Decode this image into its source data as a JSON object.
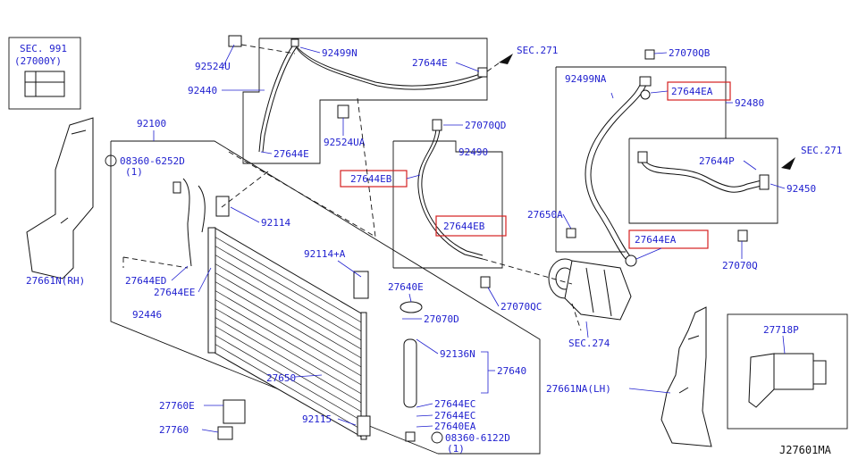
{
  "diagram_id": "J27601MA",
  "labels": {
    "sec991": "SEC. 991",
    "sec991_sub": "(27000Y)",
    "p92524U": "92524U",
    "p92440": "92440",
    "p92499N": "92499N",
    "p27644E_top": "27644E",
    "sec271_top": "SEC.271",
    "p92524UA": "92524UA",
    "p27644E_mid": "27644E",
    "p27070QD": "27070QD",
    "p92490": "92490",
    "p27644EB_1": "27644EB",
    "p27644EB_2": "27644EB",
    "p92100": "92100",
    "p08360_6252D": "08360-6252D",
    "p08360_6252D_qty": "(1)",
    "p92114": "92114",
    "p92114A": "92114+A",
    "p27661NRH": "27661N(RH)",
    "p27644ED": "27644ED",
    "p27644EE": "27644EE",
    "p92446": "92446",
    "p27640E": "27640E",
    "p27070D": "27070D",
    "p92136N": "92136N",
    "p27640": "27640",
    "p27650": "27650",
    "p27644EC_1": "27644EC",
    "p27644EC_2": "27644EC",
    "p27640EA": "27640EA",
    "p08360_6122D": "08360-6122D",
    "p08360_6122D_qty": "(1)",
    "p92115": "92115",
    "p27760E": "27760E",
    "p27760": "27760",
    "p27070QB": "27070QB",
    "p92499NA": "92499NA",
    "p27644EA_1": "27644EA",
    "p92480": "92480",
    "p27644P": "27644P",
    "sec271_right": "SEC.271",
    "p92450": "92450",
    "p27650A": "27650A",
    "p27644EA_2": "27644EA",
    "p27070Q": "27070Q",
    "p27070QC": "27070QC",
    "sec274": "SEC.274",
    "p27661NALH": "27661NA(LH)",
    "p27718P": "27718P"
  },
  "highlight_color": "#d42020",
  "label_color": "#1f1fcf"
}
